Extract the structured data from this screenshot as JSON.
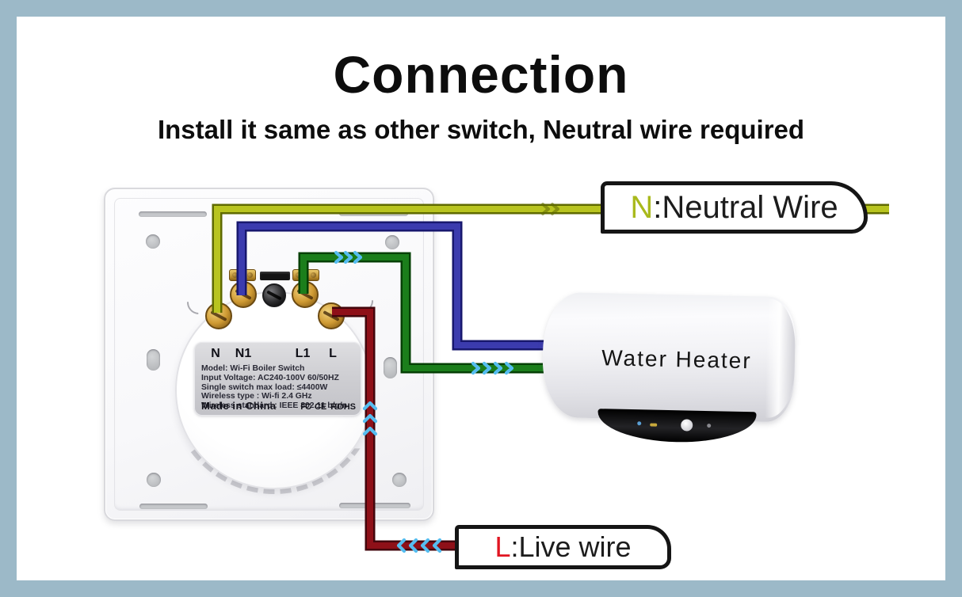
{
  "header": {
    "title": "Connection",
    "subtitle": "Install it same as other switch, Neutral wire required"
  },
  "switch": {
    "terminals": [
      "N",
      "N1",
      "L1",
      "L"
    ],
    "spec_label": {
      "lines": [
        "Model: Wi-Fi Boiler Switch",
        "Input Voltage: AC240-100V 60/50HZ",
        "Single switch max load:  ≤4400W",
        "Wireless type : Wi-fi 2.4 GHz",
        "Wireless standard : IEEE 802.11 b/g/n"
      ],
      "made_in": "Made in China",
      "certifications": [
        "FC",
        "CE",
        "ROHS"
      ]
    }
  },
  "wire_tags": {
    "neutral": {
      "prefix": "N",
      "label": ":Neutral Wire"
    },
    "live": {
      "prefix": "L",
      "label": ":Live wire"
    }
  },
  "water_heater": {
    "name": "Water Heater"
  },
  "colors": {
    "frame": "#9cb9c8",
    "neutral_wire": "#b8c41f",
    "neutral_wire_edge": "#5f6a00",
    "n1_wire": "#3b3bae",
    "n1_wire_edge": "#17176e",
    "l1_wire": "#1b7e1b",
    "l1_wire_edge": "#054005",
    "live_wire": "#8e1018",
    "live_wire_edge": "#43060c",
    "flow_arrow": "#55bdf0",
    "neutral_text": "#a9b91c",
    "live_text": "#e11521"
  }
}
